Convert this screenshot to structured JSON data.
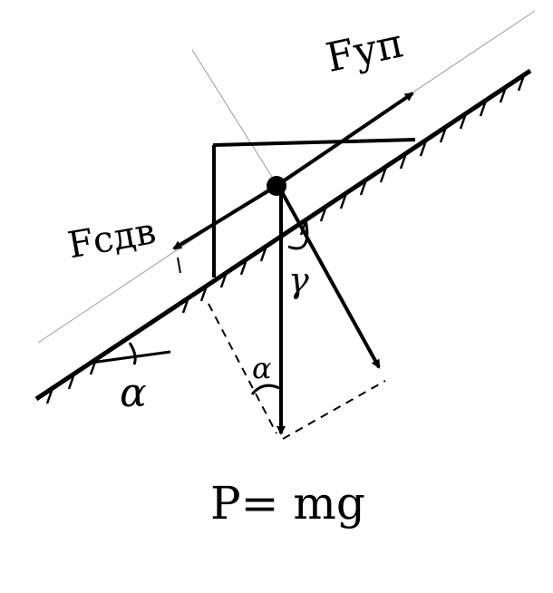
{
  "labels": {
    "f_upr": "Fуп",
    "f_sdv": "Fсдв",
    "alpha_bottom": "α",
    "alpha_mid": "α",
    "gamma": "γ",
    "weight": "P= mg"
  },
  "colors": {
    "ink": "#000000",
    "paper": "#ffffff",
    "faint": "#9a9a9a"
  }
}
